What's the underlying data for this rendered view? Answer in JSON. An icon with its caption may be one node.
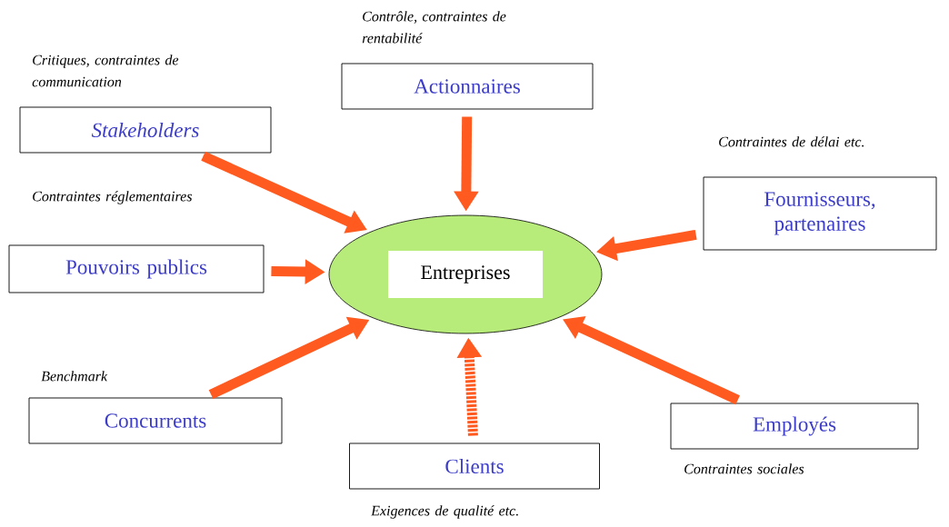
{
  "diagram": {
    "nodes": [
      {
        "text": [
          "Stakeholders"
        ],
        "beside": [
          "Critiques, contraintes de communication"
        ]
      },
      {
        "text": [
          "Actionnaires"
        ],
        "beside": [
          "Contrôle, contraintes de rentabilité"
        ]
      },
      {
        "text": [
          "Fournisseurs, partenaires"
        ],
        "beside": [
          "Contraintes de délai etc."
        ]
      },
      {
        "text": [
          "Pouvoirs publics"
        ],
        "beside": [
          "Contraintes réglementaires"
        ]
      },
      {
        "text": [
          "Entreprises"
        ]
      },
      {
        "text": [
          "Concurrents"
        ],
        "beside": [
          "Benchmark"
        ]
      },
      {
        "text": [
          "Employés"
        ],
        "beside": [
          "Contraintes sociales"
        ]
      },
      {
        "text": [
          "Clients"
        ],
        "beside": [
          "Exigences de qualité etc."
        ]
      }
    ],
    "edges": [
      {
        "from": 0,
        "to": 4,
        "arrow": "to"
      },
      {
        "from": 1,
        "to": 4,
        "arrow": "to"
      },
      {
        "from": 2,
        "to": 4,
        "arrow": "to"
      },
      {
        "from": 3,
        "to": 4,
        "arrow": "to"
      },
      {
        "from": 5,
        "to": 4,
        "arrow": "to"
      },
      {
        "from": 6,
        "to": 4,
        "arrow": "to"
      },
      {
        "from": 7,
        "to": 4,
        "arrow": "to",
        "style": "dashed"
      }
    ]
  }
}
